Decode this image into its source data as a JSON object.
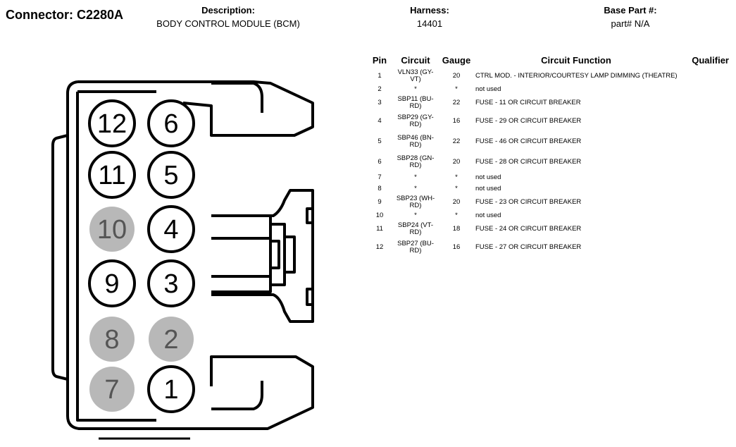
{
  "header": {
    "connector": "Connector: C2280A",
    "description_label": "Description:",
    "description_value": "BODY CONTROL MODULE (BCM)",
    "harness_label": "Harness:",
    "harness_value": "14401",
    "base_part_label": "Base Part #:",
    "base_part_value": "part# N/A"
  },
  "table": {
    "columns": {
      "pin": "Pin",
      "circuit": "Circuit",
      "gauge": "Gauge",
      "function": "Circuit Function",
      "qualifier": "Qualifier"
    },
    "rows": [
      {
        "pin": "1",
        "circuit": "VLN33 (GY-VT)",
        "gauge": "20",
        "function": "CTRL MOD. - INTERIOR/COURTESY LAMP DIMMING (THEATRE)"
      },
      {
        "pin": "2",
        "circuit": "*",
        "gauge": "*",
        "function": "not used"
      },
      {
        "pin": "3",
        "circuit": "SBP11 (BU-RD)",
        "gauge": "22",
        "function": "FUSE - 11 OR CIRCUIT BREAKER"
      },
      {
        "pin": "4",
        "circuit": "SBP29 (GY-RD)",
        "gauge": "16",
        "function": "FUSE - 29 OR CIRCUIT BREAKER"
      },
      {
        "pin": "5",
        "circuit": "SBP46 (BN-RD)",
        "gauge": "22",
        "function": "FUSE - 46 OR CIRCUIT BREAKER"
      },
      {
        "pin": "6",
        "circuit": "SBP28 (GN-RD)",
        "gauge": "20",
        "function": "FUSE - 28 OR CIRCUIT BREAKER"
      },
      {
        "pin": "7",
        "circuit": "*",
        "gauge": "*",
        "function": "not used"
      },
      {
        "pin": "8",
        "circuit": "*",
        "gauge": "*",
        "function": "not used"
      },
      {
        "pin": "9",
        "circuit": "SBP23 (WH-RD)",
        "gauge": "20",
        "function": "FUSE - 23 OR CIRCUIT BREAKER"
      },
      {
        "pin": "10",
        "circuit": "*",
        "gauge": "*",
        "function": "not used"
      },
      {
        "pin": "11",
        "circuit": "SBP24 (VT-RD)",
        "gauge": "18",
        "function": "FUSE - 24 OR CIRCUIT BREAKER"
      },
      {
        "pin": "12",
        "circuit": "SBP27 (BU-RD)",
        "gauge": "16",
        "function": "FUSE - 27 OR CIRCUIT BREAKER"
      }
    ]
  },
  "diagram": {
    "pins": [
      {
        "label": "12",
        "used": true
      },
      {
        "label": "6",
        "used": true
      },
      {
        "label": "11",
        "used": true
      },
      {
        "label": "5",
        "used": true
      },
      {
        "label": "10",
        "used": false
      },
      {
        "label": "4",
        "used": true
      },
      {
        "label": "9",
        "used": true
      },
      {
        "label": "3",
        "used": true
      },
      {
        "label": "8",
        "used": false
      },
      {
        "label": "2",
        "used": false
      },
      {
        "label": "7",
        "used": false
      },
      {
        "label": "1",
        "used": true
      }
    ],
    "colors": {
      "used_fill": "#ffffff",
      "unused_fill": "#b8b8b8",
      "unused_text": "#555555",
      "line": "#000000"
    }
  }
}
